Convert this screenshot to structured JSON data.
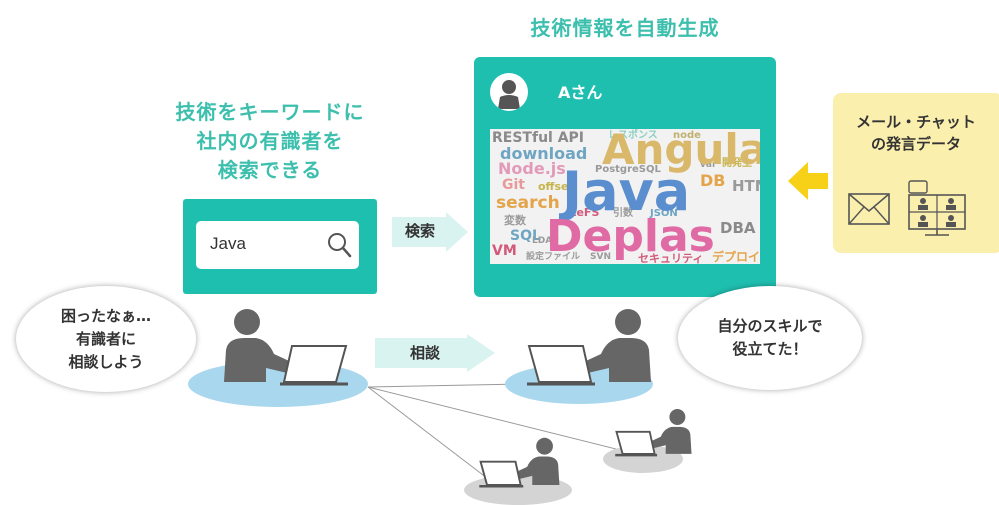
{
  "headings": {
    "auto_generate": "技術情報を自動生成",
    "search_by_keyword": [
      "技術をキーワードに",
      "社内の有識者を",
      "検索できる"
    ]
  },
  "search": {
    "value": "Java"
  },
  "arrows": {
    "search_label": "検索",
    "consult_label": "相談"
  },
  "profile": {
    "name": "Aさん",
    "word_cloud": {
      "major": [
        "Angular",
        "Java",
        "Deplas"
      ],
      "minor": [
        "RESTful API",
        "レスポンス",
        "node",
        "download",
        "Node.js",
        "PostgreSQL",
        "Git",
        "offset",
        "search",
        "変数",
        "SQL",
        "VM",
        "設定ファイル",
        "SVN",
        "ReFS",
        "引数",
        "JSON",
        "DB",
        "HTML",
        "DBA",
        "セキュリティ",
        "デプロイ",
        "開発生",
        "var",
        "LDAP"
      ]
    }
  },
  "data_sources": {
    "title": [
      "メール・チャット",
      "の発言データ"
    ],
    "icons": [
      "mail-icon",
      "video-chat-icon"
    ]
  },
  "bubbles": {
    "left": [
      "困ったなぁ…",
      "有識者に",
      "相談しよう"
    ],
    "right": [
      "自分のスキルで",
      "役立てた！"
    ]
  },
  "colors": {
    "teal": "#1fbfb0",
    "heading": "#3dbfae",
    "arrow": "#d9f3f0",
    "yellow_arrow": "#f7d117",
    "source_bg": "#fbefae",
    "person": "#666666",
    "platform_blue": "#a9d7ee",
    "platform_gray": "#d4d4d4"
  }
}
